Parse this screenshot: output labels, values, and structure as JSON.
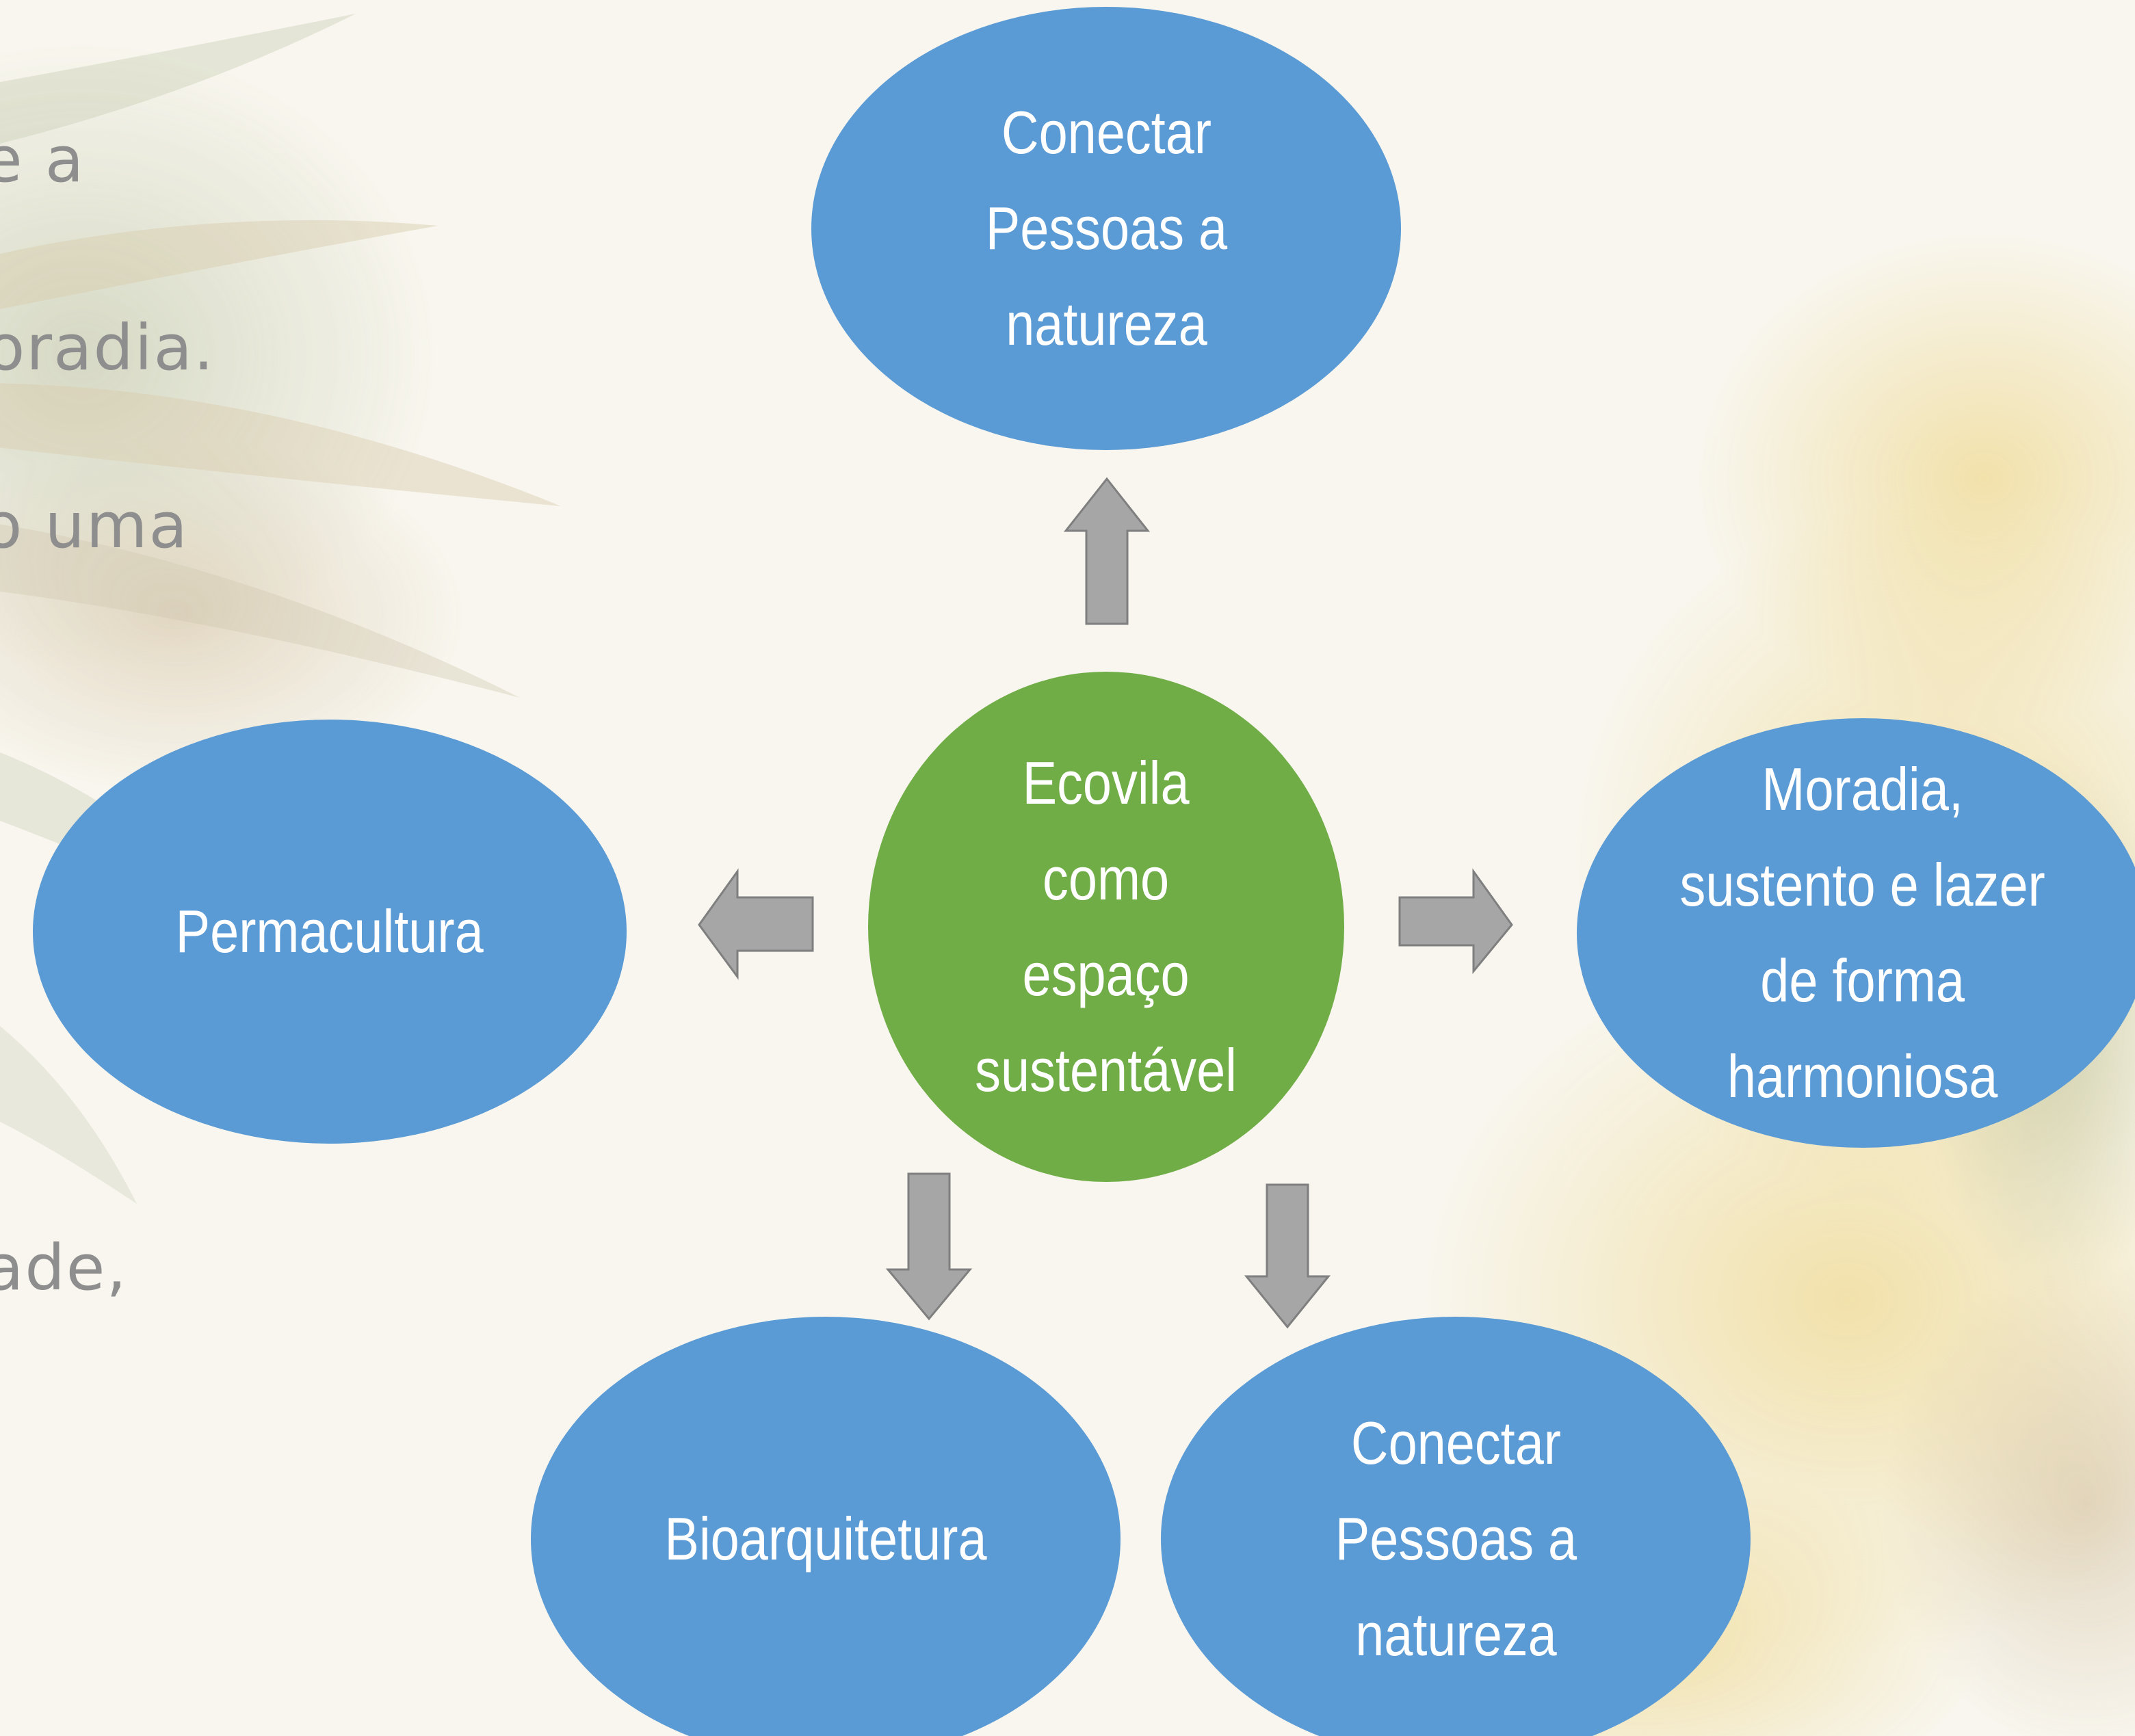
{
  "diagram": {
    "center": {
      "label": "Ecovila\ncomo\nespaço\nsustentável"
    },
    "nodes": {
      "top": {
        "label": "Conectar\nPessoas a\nnatureza"
      },
      "left": {
        "label": "Permacultura"
      },
      "right": {
        "label": "Moradia,\nsustento e lazer\nde forma\nharmoniosa"
      },
      "bottom_left": {
        "label": "Bioarquitetura"
      },
      "bottom_right": {
        "label": "Conectar\nPessoas a\nnatureza"
      }
    }
  },
  "background_text": {
    "line_1": "e a",
    "line_2": "oradia.",
    "line_3": "o uma",
    "line_4": ".",
    "line_5": "ade,"
  },
  "colors": {
    "node_blue": "#5b9bd5",
    "center_green": "#70ad47",
    "arrow_gray": "#a6a6a6",
    "label_white": "#ffffff",
    "background_text_gray": "#8e8e8e"
  }
}
